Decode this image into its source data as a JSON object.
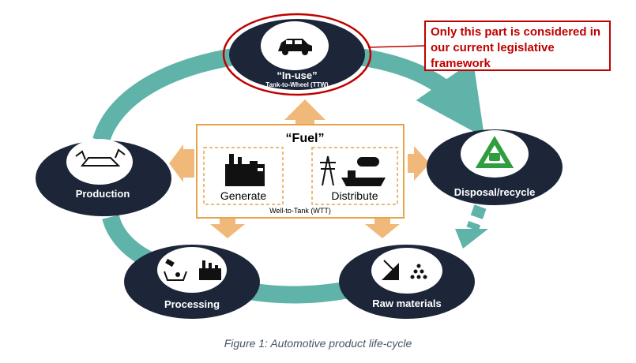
{
  "callout": {
    "line1": "Only this part is considered in",
    "line2": "our current legislative",
    "line3": "framework"
  },
  "nodes": {
    "in_use": {
      "label": "“In-use”",
      "sublabel": "Tank-to-Wheel (TTW)",
      "icon": "car-icon"
    },
    "disposal": {
      "label": "Disposal/recycle",
      "icon": "recycle-icon"
    },
    "raw_materials": {
      "label": "Raw materials",
      "icon": "mining-icon"
    },
    "processing": {
      "label": "Processing",
      "icon": "factory-icon"
    },
    "production": {
      "label": "Production",
      "icon": "robot-assembly-icon"
    }
  },
  "fuel": {
    "title": "“Fuel”",
    "generate": "Generate",
    "distribute": "Distribute",
    "footer": "Well-to-Tank (WTT)"
  },
  "caption": "Figure 1: Automotive product life-cycle",
  "colors": {
    "cycle": "#5fb3a8",
    "node": "#1c2638",
    "orange": "#f0b97a",
    "box_border": "#e7a44a",
    "highlight": "#c00000",
    "caption": "#44546a"
  }
}
